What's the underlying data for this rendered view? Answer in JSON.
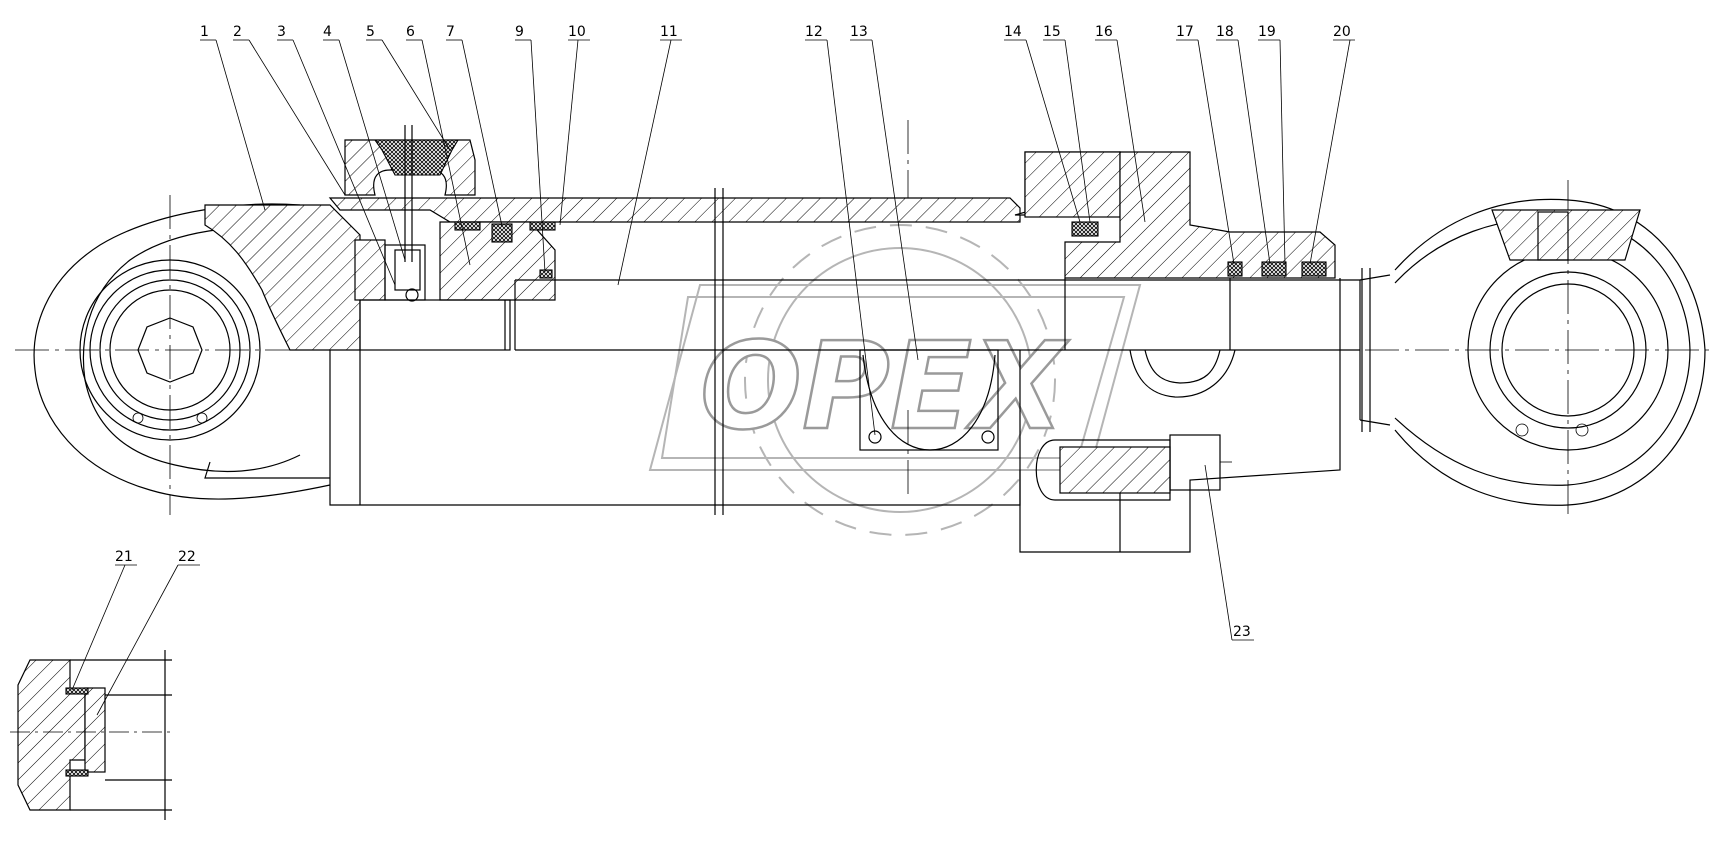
{
  "drawing": {
    "watermark_text": "OPEX",
    "line_color": "#000000",
    "watermark_color": "#aaaaaa",
    "background": "#ffffff"
  },
  "callouts": [
    {
      "label": "1"
    },
    {
      "label": "2"
    },
    {
      "label": "3"
    },
    {
      "label": "4"
    },
    {
      "label": "5"
    },
    {
      "label": "6"
    },
    {
      "label": "7"
    },
    {
      "label": "9"
    },
    {
      "label": "10"
    },
    {
      "label": "11"
    },
    {
      "label": "12"
    },
    {
      "label": "13"
    },
    {
      "label": "14"
    },
    {
      "label": "15"
    },
    {
      "label": "16"
    },
    {
      "label": "17"
    },
    {
      "label": "18"
    },
    {
      "label": "19"
    },
    {
      "label": "20"
    },
    {
      "label": "21"
    },
    {
      "label": "22"
    },
    {
      "label": "23"
    }
  ]
}
